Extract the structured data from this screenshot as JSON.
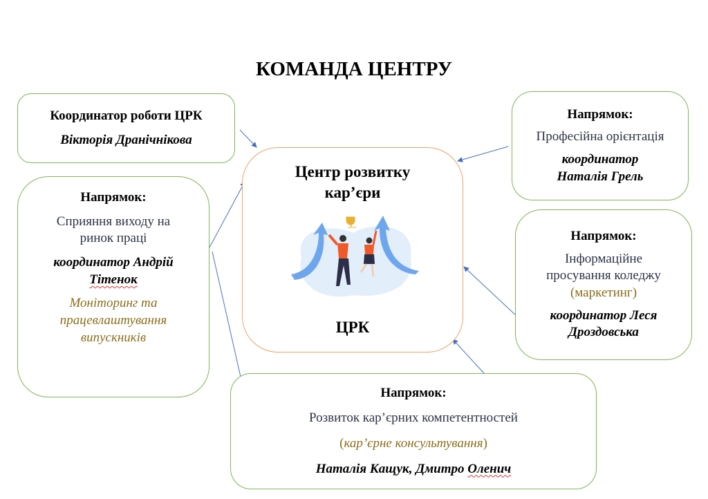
{
  "title": "КОМАНДА ЦЕНТРУ",
  "center": {
    "line1": "Центр розвитку",
    "line2": "кар’єри",
    "abbr": "ЦРК"
  },
  "coordinator_box": {
    "role": "Координатор роботи ЦРК",
    "name": "Вікторія Дранічнікова"
  },
  "left_box": {
    "heading": "Напрямок:",
    "direction_1": "Сприяння виходу на",
    "direction_2": "ринок праці",
    "coordinator_1": "координатор Андрій",
    "coordinator_2": "Тітенок",
    "note_1": "Моніторинг та",
    "note_2": "працевлаштування",
    "note_3": "випускників"
  },
  "right_top_box": {
    "heading": "Напрямок:",
    "direction": "Професійна орієнтація",
    "coordinator_1": "координатор",
    "coordinator_2": "Наталія Грель"
  },
  "right_mid_box": {
    "heading": "Напрямок:",
    "direction_1": "Інформаційне",
    "direction_2": "просування коледжу",
    "note": "(маркетинг)",
    "coordinator_1": "координатор Леся",
    "coordinator_2": "Дроздовська"
  },
  "bottom_box": {
    "heading": "Напрямок:",
    "direction": "Розвиток кар’єрних компетентностей",
    "note_open": "(",
    "note": "кар’єрне консультування",
    "note_close": ")",
    "names_1": "Наталія Кащук, Дмитро ",
    "names_2": "Оленич"
  },
  "colors": {
    "box_border": "#7fb554",
    "center_border": "#f0a066",
    "arrow": "#4472c4",
    "accent_text": "#8a6d1a"
  }
}
